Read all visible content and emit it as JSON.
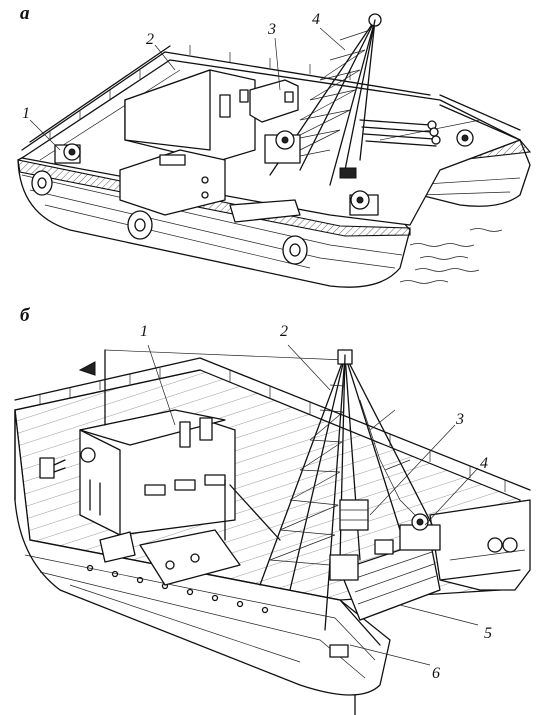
{
  "panel_a": {
    "letter": "а",
    "callouts": [
      "1",
      "2",
      "3",
      "4"
    ]
  },
  "panel_b": {
    "letter": "б",
    "callouts": [
      "1",
      "2",
      "3",
      "4",
      "5",
      "6"
    ]
  }
}
